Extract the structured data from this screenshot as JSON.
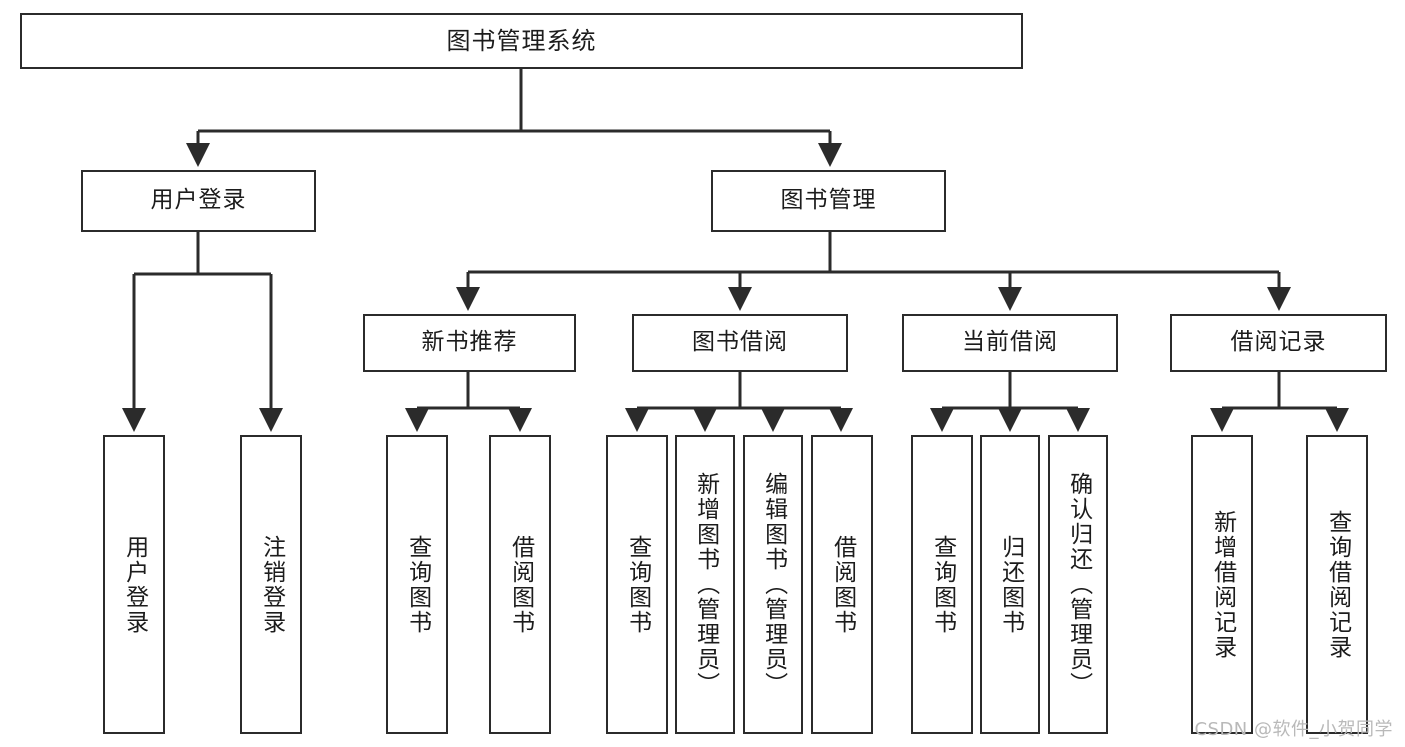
{
  "diagram": {
    "title": "图书管理系统",
    "type": "tree-hierarchy",
    "root": {
      "label": "图书管理系统"
    },
    "level2": [
      {
        "id": "user-login",
        "label": "用户登录"
      },
      {
        "id": "book-manage",
        "label": "图书管理"
      }
    ],
    "level3": [
      {
        "id": "new-book-recommend",
        "label": "新书推荐"
      },
      {
        "id": "book-borrow",
        "label": "图书借阅"
      },
      {
        "id": "current-borrow",
        "label": "当前借阅"
      },
      {
        "id": "borrow-record",
        "label": "借阅记录"
      }
    ],
    "leaves": [
      {
        "id": "leaf-user-login",
        "label": "用户登录"
      },
      {
        "id": "leaf-logout-login",
        "label": "注销登录"
      },
      {
        "id": "leaf-query-book-1",
        "label": "查询图书"
      },
      {
        "id": "leaf-borrow-book-1",
        "label": "借阅图书"
      },
      {
        "id": "leaf-query-book-2",
        "label": "查询图书"
      },
      {
        "id": "leaf-add-book",
        "label": "新增图书（管理员）"
      },
      {
        "id": "leaf-edit-book",
        "label": "编辑图书（管理员）"
      },
      {
        "id": "leaf-borrow-book-2",
        "label": "借阅图书"
      },
      {
        "id": "leaf-query-book-3",
        "label": "查询图书"
      },
      {
        "id": "leaf-return-book",
        "label": "归还图书"
      },
      {
        "id": "leaf-confirm-return",
        "label": "确认归还（管理员）"
      },
      {
        "id": "leaf-add-record",
        "label": "新增借阅记录"
      },
      {
        "id": "leaf-query-record",
        "label": "查询借阅记录"
      }
    ]
  },
  "watermark": {
    "text": "CSDN @软件_小贺同学"
  },
  "colors": {
    "stroke": "#2b2b2b",
    "fill": "#ffffff",
    "text": "#1c1c1c",
    "watermark": "#b9b9b9"
  }
}
